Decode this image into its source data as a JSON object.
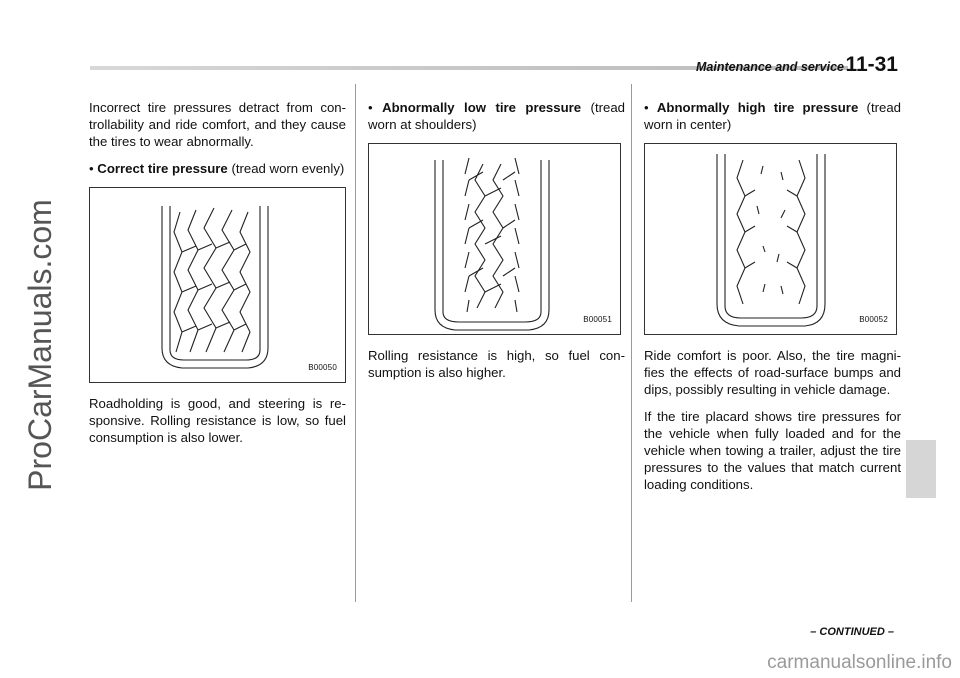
{
  "header": {
    "section_title": "Maintenance and service",
    "page_number": "11-31"
  },
  "watermark": "ProCarManuals.com",
  "footer_watermark": "carmanualsonline.info",
  "continued": "– CONTINUED –",
  "col1": {
    "intro": "Incorrect tire pressures detract from con-trollability and ride comfort, and they cause the tires to wear abnormally.",
    "bullet": "•",
    "item_title": "Correct tire pressure",
    "item_note": "(tread worn evenly)",
    "figure_code": "B00050",
    "description": "Roadholding is good, and steering is re-sponsive. Rolling resistance is low, so fuel consumption is also lower."
  },
  "col2": {
    "bullet": "•",
    "item_title": "Abnormally low tire pressure",
    "item_note": "(tread worn at shoulders)",
    "figure_code": "B00051",
    "description": "Rolling resistance is high, so fuel con-sumption is also higher."
  },
  "col3": {
    "bullet": "•",
    "item_title": "Abnormally high tire pressure",
    "item_note": "(tread worn in center)",
    "figure_code": "B00052",
    "description": "Ride comfort is poor. Also, the tire magni-fies the effects of road-surface bumps and dips, possibly resulting in vehicle damage.",
    "placard": "If the tire placard shows tire pressures for the vehicle when fully loaded and for the vehicle when towing a trailer, adjust the tire pressures to the values that match current loading conditions."
  }
}
